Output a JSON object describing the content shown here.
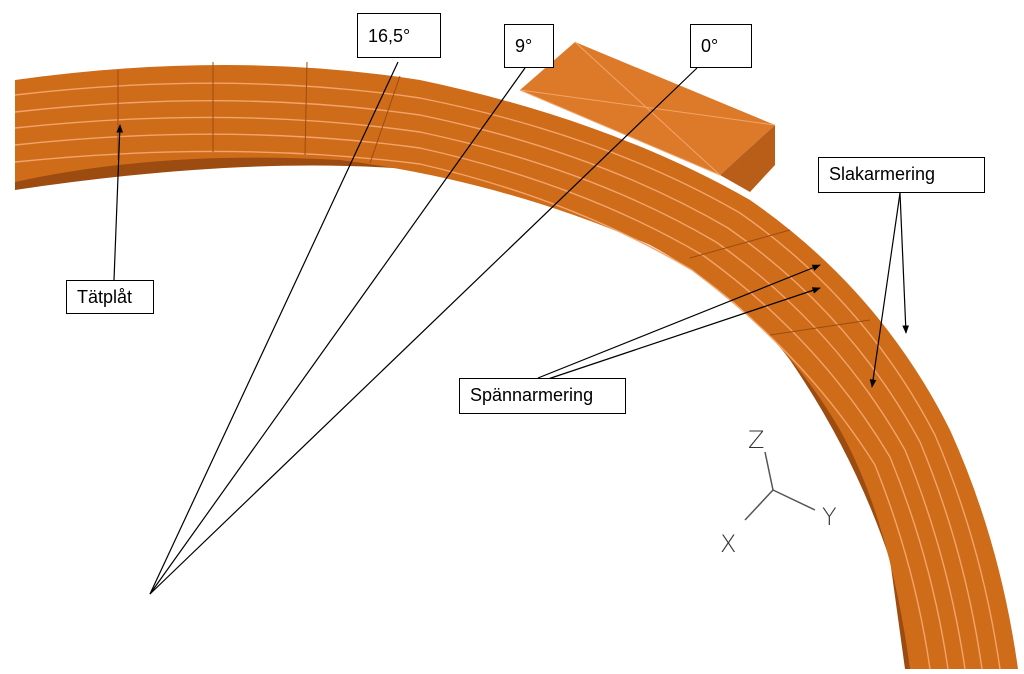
{
  "colors": {
    "ring_face": "#cf6c1a",
    "ring_inner_wall": "#9c4c10",
    "ring_top": "#d9782a",
    "rebar_line": "#f2a46a",
    "duct_top": "#dc7a2a",
    "duct_side": "#b85e18",
    "leader": "#000000",
    "triad": "#555555"
  },
  "icons": {
    "triad": "xyz-axis-triad-icon"
  },
  "angle_labels": {
    "deg_16_5": "16,5°",
    "deg_9": "9°",
    "deg_0": "0°"
  },
  "callouts": {
    "tatplat": "Tätplåt",
    "slakarmering": "Slakarmering",
    "spannarmering": "Spännarmering"
  },
  "axes": {
    "x": "X",
    "y": "Y",
    "z": "Z"
  }
}
